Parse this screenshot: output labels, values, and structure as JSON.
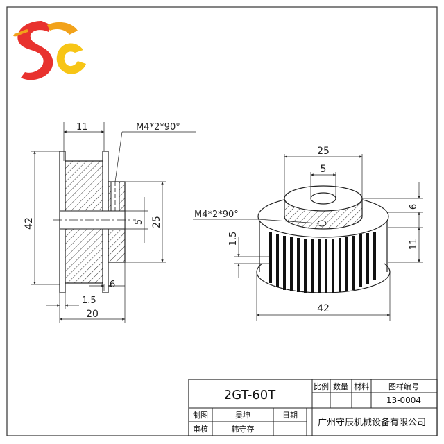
{
  "logo": {
    "name": "SC logo",
    "colors": [
      "#e8322e",
      "#f2a21a",
      "#f7c516"
    ]
  },
  "left_view": {
    "dims": {
      "width_top": "11",
      "thread": "M4*2*90°",
      "height_total": "42",
      "bore": "5",
      "hub": "25",
      "flange": "6",
      "base_offset": "1.5",
      "width_total": "20"
    }
  },
  "right_view": {
    "dims": {
      "hub_dia": "25",
      "bore": "5",
      "thread": "M4*2*90°",
      "hub_height": "6",
      "tooth_depth": "1.5",
      "belt_width": "11",
      "outer_dia": "42"
    }
  },
  "title_block": {
    "part_name": "2GT-60T",
    "scale_label": "比例",
    "qty_label": "数量",
    "material_label": "材料",
    "drawing_no_label": "图样编号",
    "drawing_no": "13-0004",
    "drawn_label": "制图",
    "drawn_by": "吴坤",
    "date_label": "日期",
    "review_label": "审核",
    "reviewed_by": "韩守存",
    "company": "广州守辰机械设备有限公司"
  }
}
